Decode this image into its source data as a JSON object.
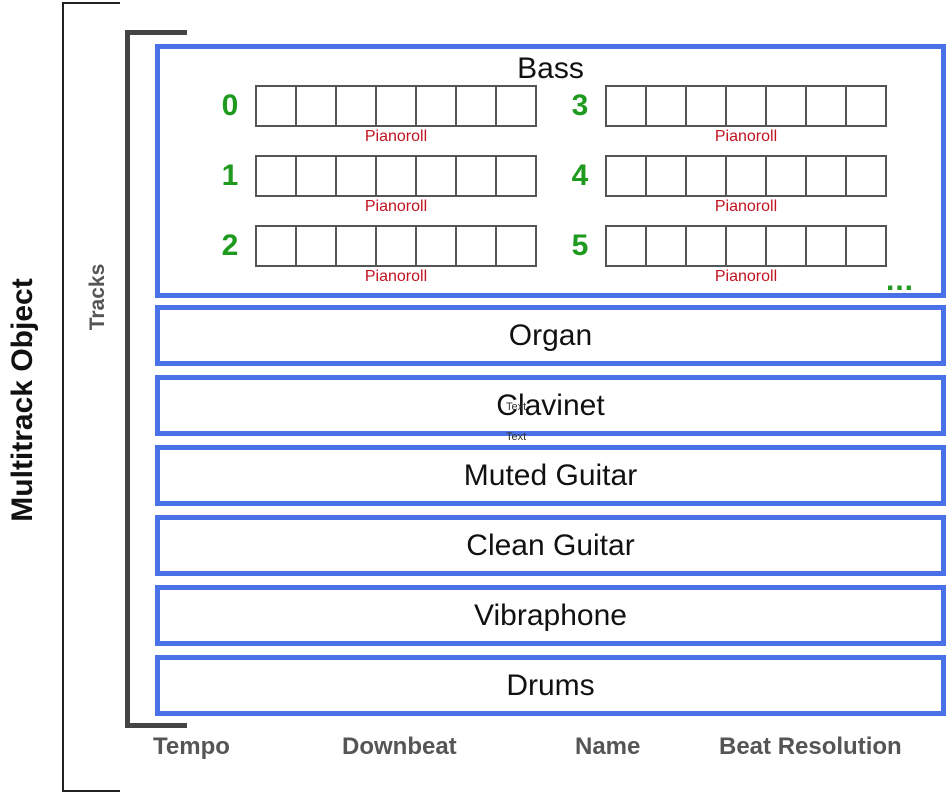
{
  "title": "Multitrack Object",
  "tracks_label": "Tracks",
  "bass": {
    "name": "Bass",
    "pianorolls": [
      {
        "index": "0",
        "label": "Pianoroll"
      },
      {
        "index": "1",
        "label": "Pianoroll"
      },
      {
        "index": "2",
        "label": "Pianoroll"
      },
      {
        "index": "3",
        "label": "Pianoroll"
      },
      {
        "index": "4",
        "label": "Pianoroll"
      },
      {
        "index": "5",
        "label": "Pianoroll"
      }
    ],
    "more": "..."
  },
  "other_tracks": [
    "Organ",
    "Clavinet",
    "Muted Guitar",
    "Clean Guitar",
    "Vibraphone",
    "Drums"
  ],
  "stray_text": [
    "Text",
    "Text"
  ],
  "attributes": [
    "Tempo",
    "Downbeat",
    "Name",
    "Beat Resolution"
  ],
  "colors": {
    "track_border": "#4A72E8",
    "index": "#1E9A1E",
    "pianoroll_label": "#C1121F",
    "bracket": "#444444"
  }
}
